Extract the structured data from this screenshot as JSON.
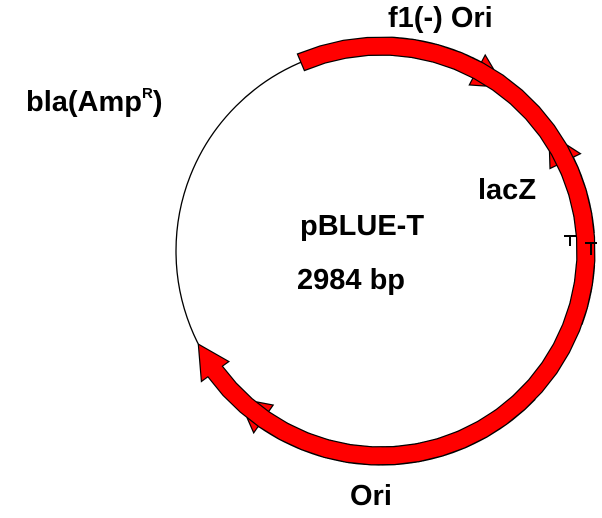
{
  "plasmid": {
    "name": "pBLUE-T",
    "size": "2984 bp"
  },
  "labels": {
    "f1": "f1(-) Ori",
    "bla_main": "bla(Amp",
    "bla_sup": "R",
    "bla_close": ")",
    "lacz": "lacZ",
    "ori": "Ori",
    "t1": "T",
    "t2": "T"
  },
  "colors": {
    "feature": "#ff0000",
    "outline": "#000000",
    "backbone": "#000000"
  }
}
